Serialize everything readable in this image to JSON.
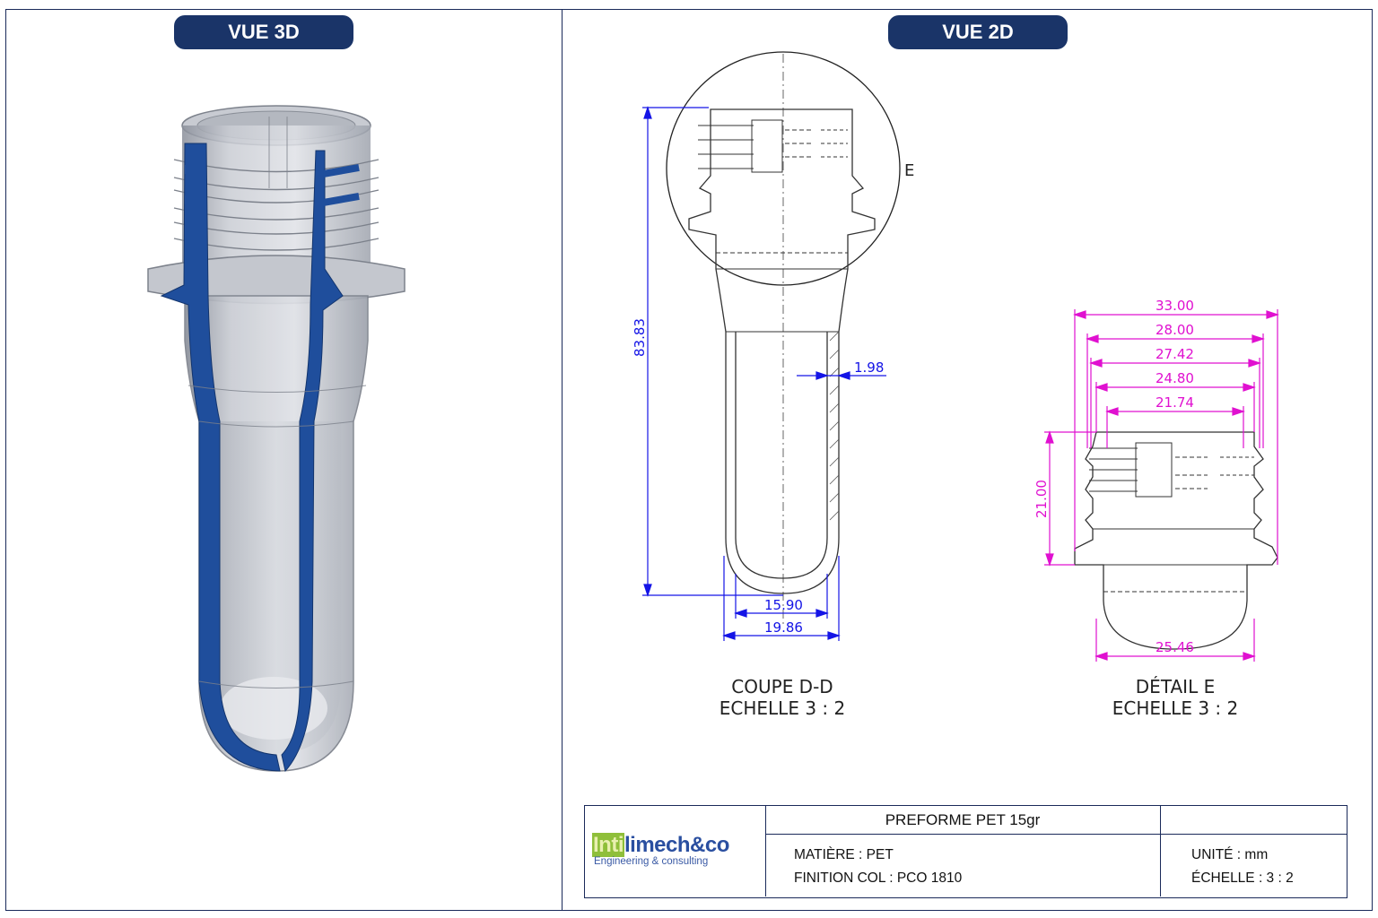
{
  "headers": {
    "left": "VUE 3D",
    "right": "VUE 2D"
  },
  "section_view": {
    "label_line1": "COUPE D-D",
    "label_line2": "ECHELLE 3 : 2",
    "detail_callout": "E",
    "dim_total_height": "83.83",
    "dim_wall": "1.98",
    "dim_inner_diameter": "15.90",
    "dim_outer_diameter": "19.86"
  },
  "detail_view": {
    "label_line1": "DÉTAIL E",
    "label_line2": "ECHELLE 3 : 2",
    "dim_33": "33.00",
    "dim_28": "28.00",
    "dim_2742": "27.42",
    "dim_2480": "24.80",
    "dim_2174": "21.74",
    "dim_height": "21.00",
    "dim_bottom": "25.46"
  },
  "title_block": {
    "logo_part1": "Inti",
    "logo_part2": "limech&co",
    "logo_tagline": "Engineering & consulting",
    "title": "PREFORME PET 15gr",
    "material": "MATIÈRE : PET",
    "finish": "FINITION COL : PCO 1810",
    "unit": "UNITÉ : mm",
    "scale": "ÉCHELLE : 3 : 2"
  },
  "colors": {
    "header_bg": "#1a3468",
    "dim_blue": "#1414e6",
    "dim_magenta": "#e010d0",
    "section_blue": "#1f4e9c"
  }
}
